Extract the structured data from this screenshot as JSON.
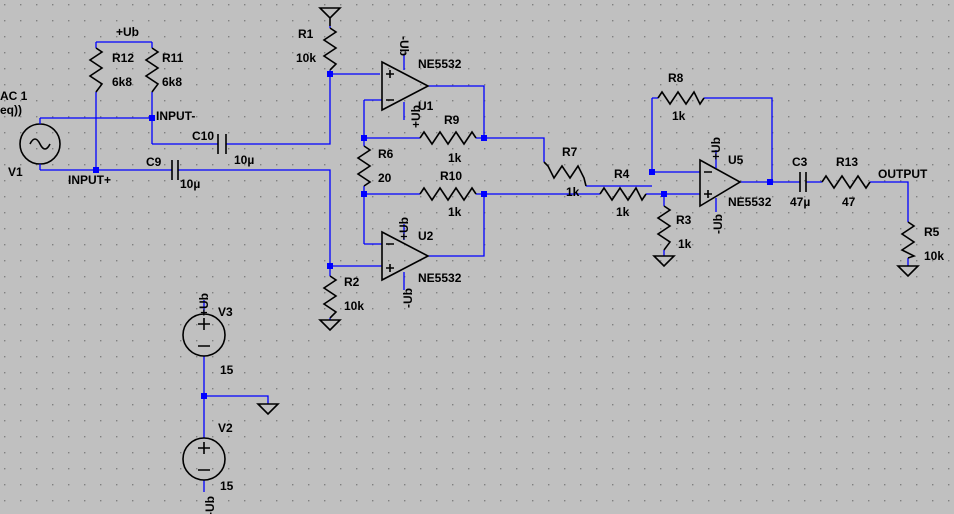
{
  "colors": {
    "background": "#c0c0c0",
    "wire": "#0000ff",
    "component": "#000000",
    "grid_dot": "#808080"
  },
  "sources": {
    "v1": {
      "ref": "V1",
      "value_line1": "AC 1",
      "value_line2": "eq))"
    },
    "v3": {
      "ref": "V3",
      "value": "15"
    },
    "v2": {
      "ref": "V2",
      "value": "15"
    }
  },
  "resistors": {
    "r12": {
      "ref": "R12",
      "value": "6k8"
    },
    "r11": {
      "ref": "R11",
      "value": "6k8"
    },
    "r1": {
      "ref": "R1",
      "value": "10k"
    },
    "r2": {
      "ref": "R2",
      "value": "10k"
    },
    "r6": {
      "ref": "R6",
      "value": "20"
    },
    "r9": {
      "ref": "R9",
      "value": "1k"
    },
    "r10": {
      "ref": "R10",
      "value": "1k"
    },
    "r7": {
      "ref": "R7",
      "value": "1k"
    },
    "r4": {
      "ref": "R4",
      "value": "1k"
    },
    "r3": {
      "ref": "R3",
      "value": "1k"
    },
    "r8": {
      "ref": "R8",
      "value": "1k"
    },
    "r13": {
      "ref": "R13",
      "value": "47"
    },
    "r5": {
      "ref": "R5",
      "value": "10k"
    }
  },
  "capacitors": {
    "c10": {
      "ref": "C10",
      "value": "10µ"
    },
    "c9": {
      "ref": "C9",
      "value": "10µ"
    },
    "c3": {
      "ref": "C3",
      "value": "47µ"
    }
  },
  "opamps": {
    "u1": {
      "ref": "U1",
      "part": "NE5532"
    },
    "u2": {
      "ref": "U2",
      "part": "NE5532"
    },
    "u5": {
      "ref": "U5",
      "part": "NE5532"
    }
  },
  "nets": {
    "pos_supply": "+Ub",
    "neg_supply": "-Ub",
    "input_minus": "INPUT-",
    "input_plus": "INPUT+",
    "output": "OUTPUT"
  }
}
